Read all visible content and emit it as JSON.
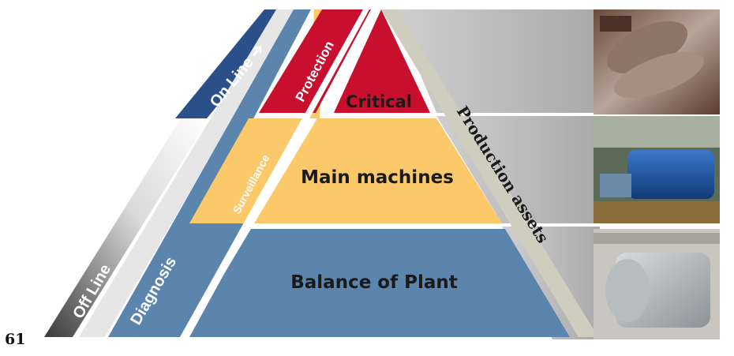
{
  "page_number": "61",
  "colors": {
    "critical": "#c8102e",
    "main": "#fcc96a",
    "balance": "#5b85ad",
    "offline": "#3a3a3a",
    "online": "#2b4f88",
    "diagnosis": "#5b85ad",
    "surveillance": "#fcc96a",
    "protection": "#c8102e",
    "assets_band": "#cfcdbd",
    "grey_panel": "#b9b9b9"
  },
  "pyramid": {
    "critical_label": "Critical",
    "main_label": "Main machines",
    "balance_label": "Balance of Plant"
  },
  "bands": {
    "offline_label": "Off Line",
    "online_label": "On Line ➔",
    "diagnosis_label": "Diagnosis",
    "surveillance_label": "Surveillance",
    "protection_label": "Protection",
    "assets_label": "Production assets"
  },
  "photos": [
    {
      "subject": "turbine-rotor"
    },
    {
      "subject": "blue-motor-pump"
    },
    {
      "subject": "grey-electric-motor"
    }
  ]
}
